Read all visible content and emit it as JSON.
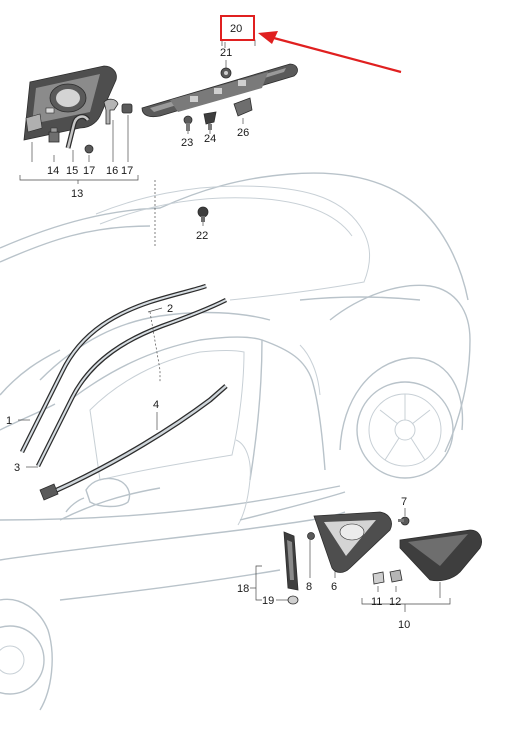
{
  "highlight_color": "#e02020",
  "labels": {
    "p1": "1",
    "p2": "2",
    "p3": "3",
    "p4": "4",
    "p6": "6",
    "p7": "7",
    "p8": "8",
    "p10": "10",
    "p11": "11",
    "p12": "12",
    "p13": "13",
    "p14": "14",
    "p15": "15",
    "p16": "16",
    "p17a": "17",
    "p17b": "17",
    "p18": "18",
    "p19": "19",
    "p20": "20",
    "p21": "21",
    "p22": "22",
    "p23": "23",
    "p24": "24",
    "p26": "26"
  }
}
